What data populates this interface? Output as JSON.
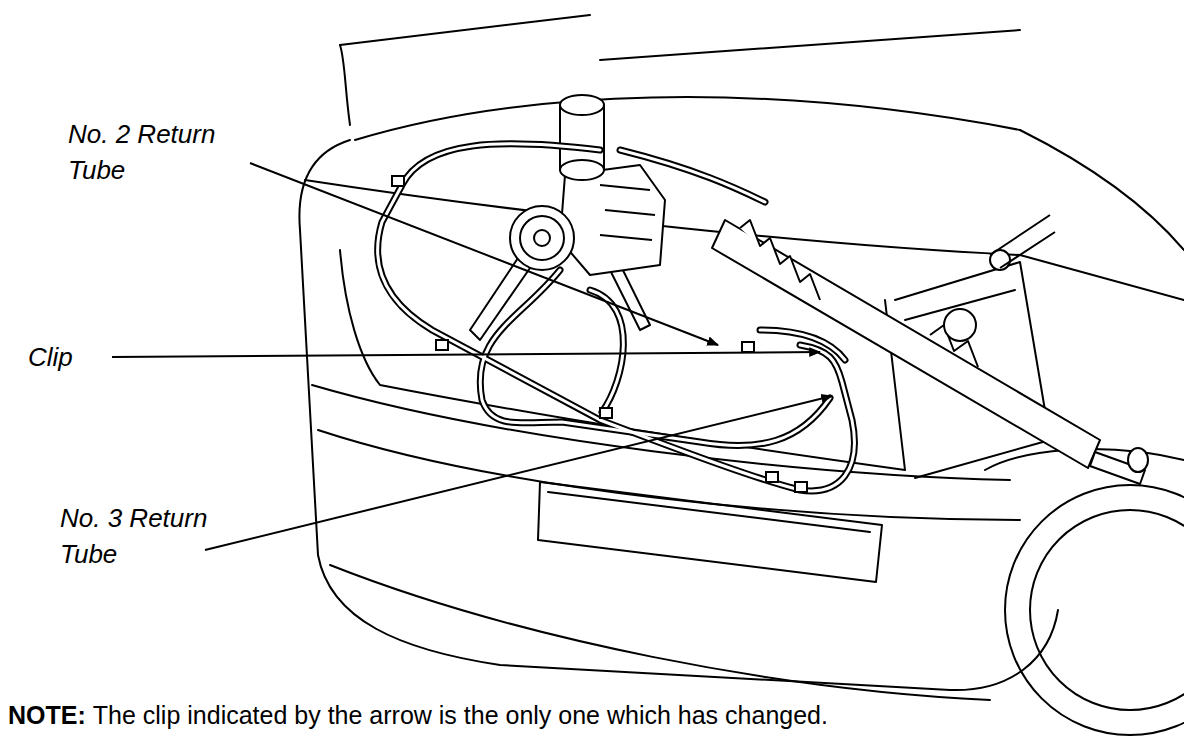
{
  "diagram": {
    "labels": [
      "No. 2 Return Tube",
      "Clip",
      "No. 3 Return Tube",
      "NOTE:",
      "The clip indicated by the arrow is the only one which has changed."
    ]
  }
}
